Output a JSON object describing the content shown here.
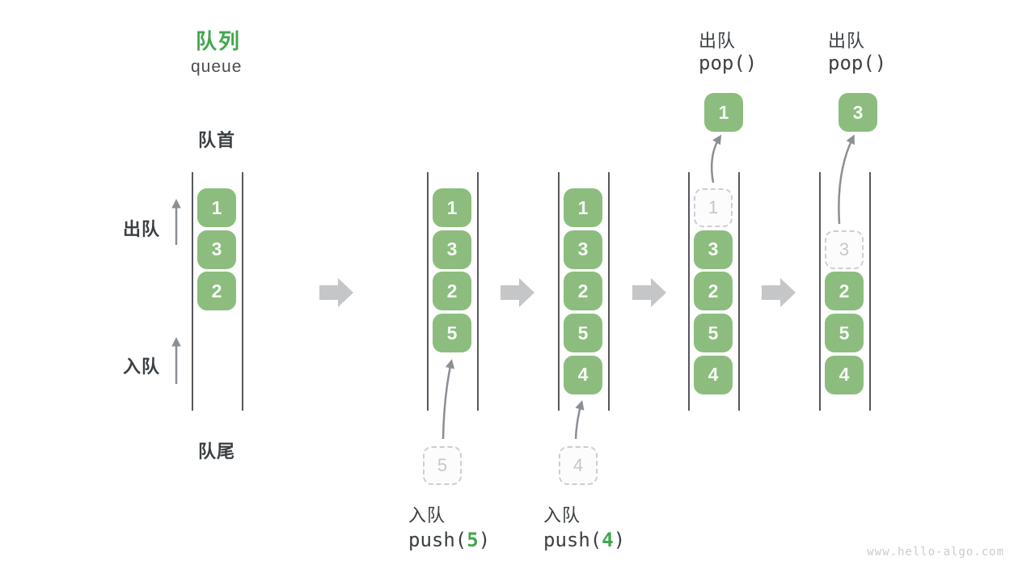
{
  "title": {
    "zh": "队列",
    "en": "queue"
  },
  "side_labels": {
    "front": "队首",
    "rear": "队尾",
    "dequeue": "出队",
    "enqueue": "入队"
  },
  "watermark": "www.hello-algo.com",
  "colors": {
    "box_green": "#8cbd7e",
    "accent_green": "#42a64d",
    "dark_text": "#3b4043",
    "wall": "#54585c",
    "thin_arrow": "#8a8f94",
    "block_arrow": "#c5c6c7",
    "dashed_border": "#cbcfd2",
    "dashed_text": "#c4c8cb"
  },
  "states": [
    {
      "name": "state-1",
      "slots": [
        {
          "v": "1",
          "t": "solid"
        },
        {
          "v": "3",
          "t": "solid"
        },
        {
          "v": "2",
          "t": "solid"
        }
      ]
    },
    {
      "name": "state-2",
      "slots": [
        {
          "v": "1",
          "t": "solid"
        },
        {
          "v": "3",
          "t": "solid"
        },
        {
          "v": "2",
          "t": "solid"
        },
        {
          "v": "5",
          "t": "solid"
        }
      ],
      "push": {
        "pending_value": "5",
        "label": "入队",
        "code_prefix": "push(",
        "code_arg": "5",
        "code_suffix": ")"
      }
    },
    {
      "name": "state-3",
      "slots": [
        {
          "v": "1",
          "t": "solid"
        },
        {
          "v": "3",
          "t": "solid"
        },
        {
          "v": "2",
          "t": "solid"
        },
        {
          "v": "5",
          "t": "solid"
        },
        {
          "v": "4",
          "t": "solid"
        }
      ],
      "push": {
        "pending_value": "4",
        "label": "入队",
        "code_prefix": "push(",
        "code_arg": "4",
        "code_suffix": ")"
      }
    },
    {
      "name": "state-4",
      "slots": [
        {
          "v": "1",
          "t": "dashed"
        },
        {
          "v": "3",
          "t": "solid"
        },
        {
          "v": "2",
          "t": "solid"
        },
        {
          "v": "5",
          "t": "solid"
        },
        {
          "v": "4",
          "t": "solid"
        }
      ],
      "pop": {
        "value": "1",
        "label": "出队",
        "code": "pop()"
      }
    },
    {
      "name": "state-5",
      "slots": [
        {
          "t": "empty"
        },
        {
          "v": "3",
          "t": "dashed"
        },
        {
          "v": "2",
          "t": "solid"
        },
        {
          "v": "5",
          "t": "solid"
        },
        {
          "v": "4",
          "t": "solid"
        }
      ],
      "pop": {
        "value": "3",
        "label": "出队",
        "code": "pop()"
      }
    }
  ]
}
